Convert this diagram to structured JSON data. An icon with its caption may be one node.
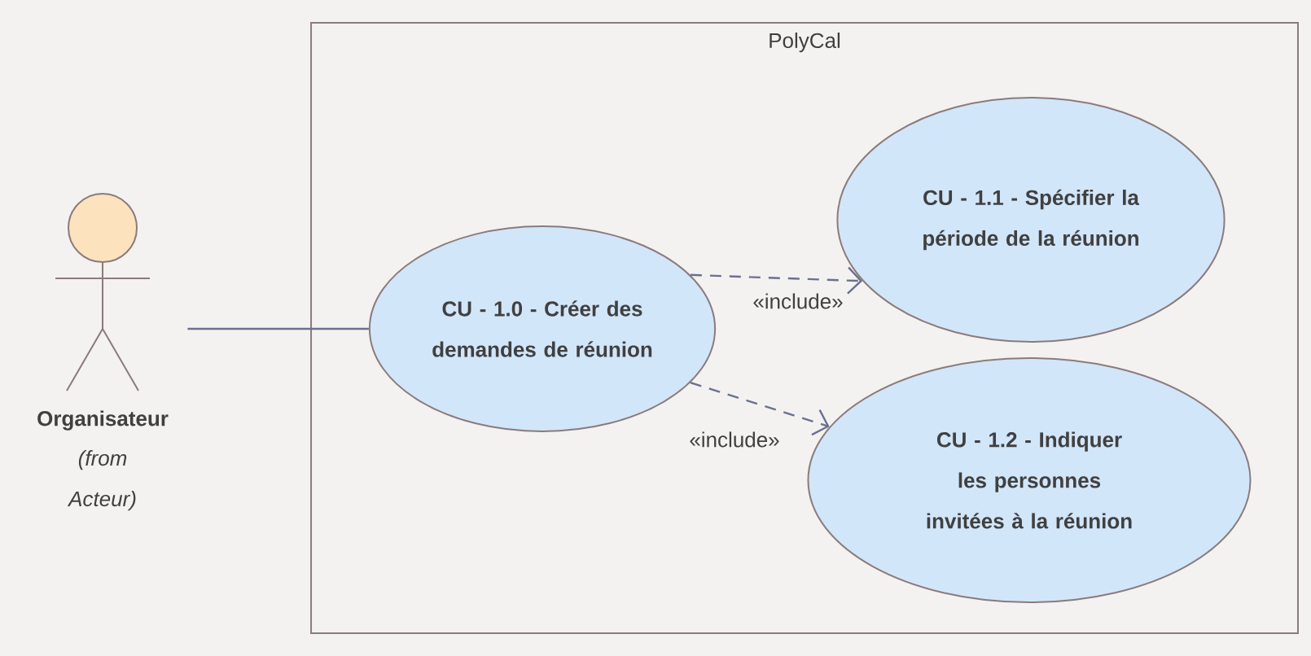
{
  "diagram": {
    "nodes": [
      {
        "text": [
          "PolyCal"
        ]
      },
      {
        "text": [
          "Organisateur"
        ],
        "beside": [
          "(from Acteur)"
        ]
      },
      {
        "text": [
          "CU - 1.0 - Créer des demandes de réunion"
        ],
        "in": 0
      },
      {
        "text": [
          "CU - 1.1 - Spécifier la période de la réunion"
        ],
        "in": 0
      },
      {
        "text": [
          "CU - 1.2 - Indiquer les personnes invitées à la réunion"
        ],
        "in": 0
      }
    ],
    "edges": [
      {
        "from": 1,
        "to": 2,
        "arrow": "none"
      },
      {
        "from": 2,
        "to": 3,
        "arrow": "to",
        "style": "dashed",
        "label": "«include»"
      },
      {
        "from": 2,
        "to": 4,
        "arrow": "to",
        "style": "dashed",
        "label": "«include»"
      }
    ]
  }
}
